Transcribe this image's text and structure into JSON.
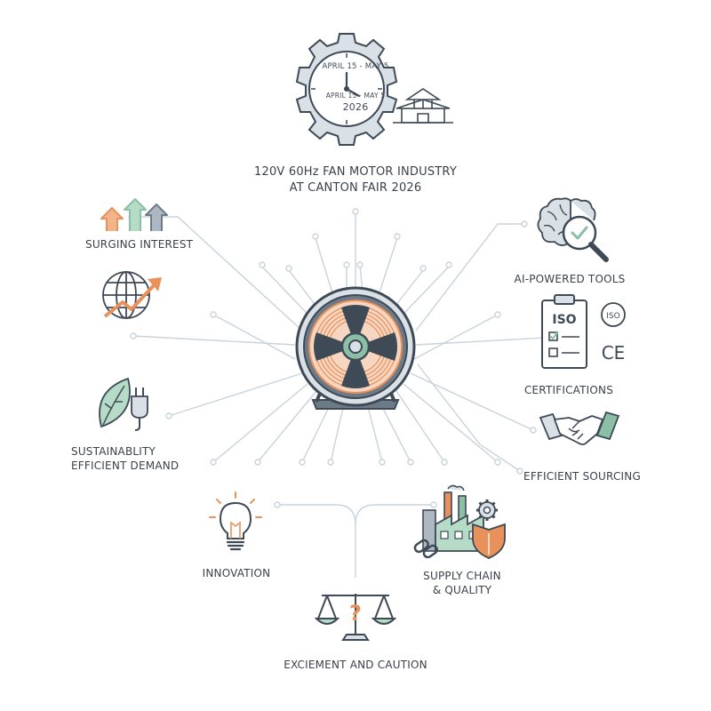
{
  "clock": {
    "top_text": "APRIL 15 - MAY 5",
    "mid_text": "APRIL 15 - MAY 5",
    "year": "2026"
  },
  "title_line1": "120V 60Hz FAN MOTOR INDUSTRY",
  "title_line2": "AT CANTON FAIR 2026",
  "labels": {
    "surging": "SURGING INTEREST",
    "sustain1": "SUSTAINABLITY",
    "sustain2": "EFFICIENT DEMAND",
    "innovation": "INNOVATION",
    "excitement": "EXCIEMENT AND CAUTION",
    "ai": "AI-POWERED TOOLS",
    "cert": "CERTIFICATIONS",
    "sourcing": "EFFICIENT SOURCING",
    "supply1": "SUPPLY CHAIN",
    "supply2": "& QUALITY"
  },
  "cert_badges": {
    "iso_box": "ISO",
    "iso_circle": "ISO",
    "ce": "CE"
  },
  "colors": {
    "line": "#c9d3db",
    "dark": "#3f4a57",
    "orange": "#e8915a",
    "green": "#8bbfa6",
    "steel": "#6d7a88",
    "light": "#d9e0e6"
  }
}
